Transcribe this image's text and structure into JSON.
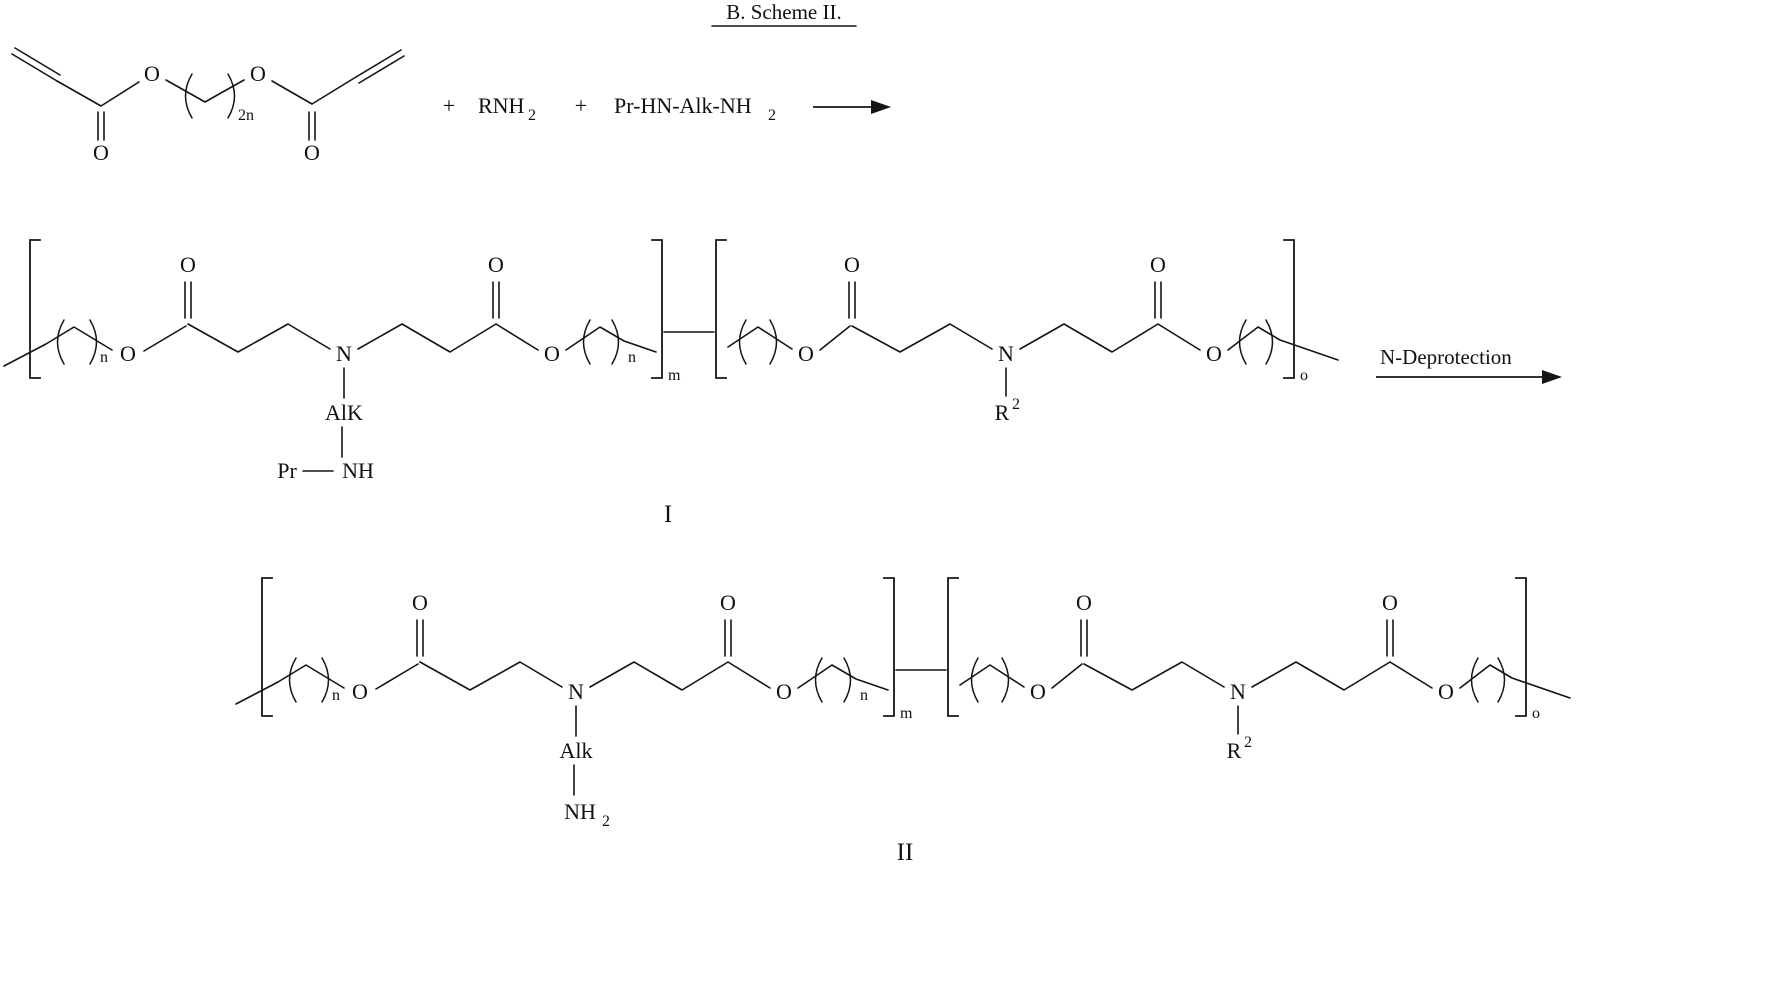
{
  "title": "B. Scheme II.",
  "reaction": {
    "plus": "+",
    "amine1_base": "RNH",
    "amine1_sub": "2",
    "amine2_base": "Pr-HN-Alk-NH",
    "amine2_sub": "2"
  },
  "atom_labels": {
    "O": "O",
    "N": "N"
  },
  "subscripts": {
    "n": "n",
    "m": "m",
    "o": "o",
    "two_n": "2n",
    "two": "2"
  },
  "groups": {
    "alk_protected": "AlK",
    "alk": "Alk",
    "pr": "Pr",
    "nh": "NH",
    "nh2_base": "NH",
    "r_base": "R",
    "r_sup": "2"
  },
  "deprotection": "N-Deprotection",
  "structure_labels": {
    "intermediate": "I",
    "product": "II"
  }
}
